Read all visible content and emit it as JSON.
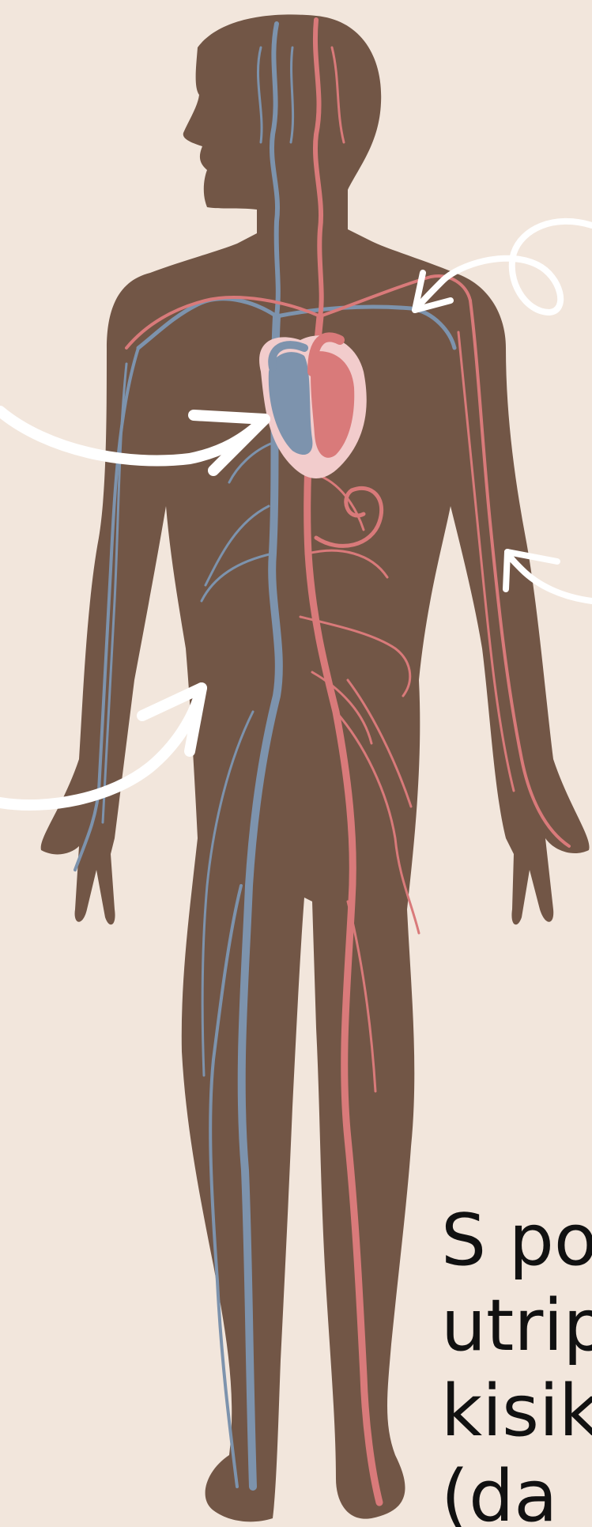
{
  "caption": {
    "line1": "S po",
    "line2": "utrip",
    "line3": "kisik",
    "line4": "(da"
  },
  "colors": {
    "background": "#f2e6dc",
    "body": "#725646",
    "vein": "#7d93ad",
    "artery": "#d97a7a",
    "heart_light": "#f2cccc",
    "arrow": "#ffffff",
    "text": "#111111"
  },
  "icons": {
    "heart": "heart-icon",
    "arrows": "curved-arrow-icon"
  }
}
